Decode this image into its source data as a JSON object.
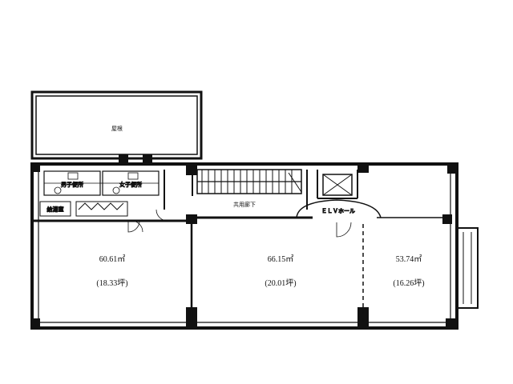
{
  "colors": {
    "wall": "#111111",
    "background": "#ffffff"
  },
  "labels": {
    "balcony": "屋根",
    "corridor": "共用廊下",
    "elevator_hall": "ＥＬＶホール",
    "kitchen": "給湯室",
    "wc_left": "男子便所",
    "wc_right": "女子便所"
  },
  "units": [
    {
      "area": "60.61㎡",
      "tsubo": "(18.33坪)"
    },
    {
      "area": "66.15㎡",
      "tsubo": "(20.01坪)"
    },
    {
      "area": "53.74㎡",
      "tsubo": "(16.26坪)"
    }
  ]
}
